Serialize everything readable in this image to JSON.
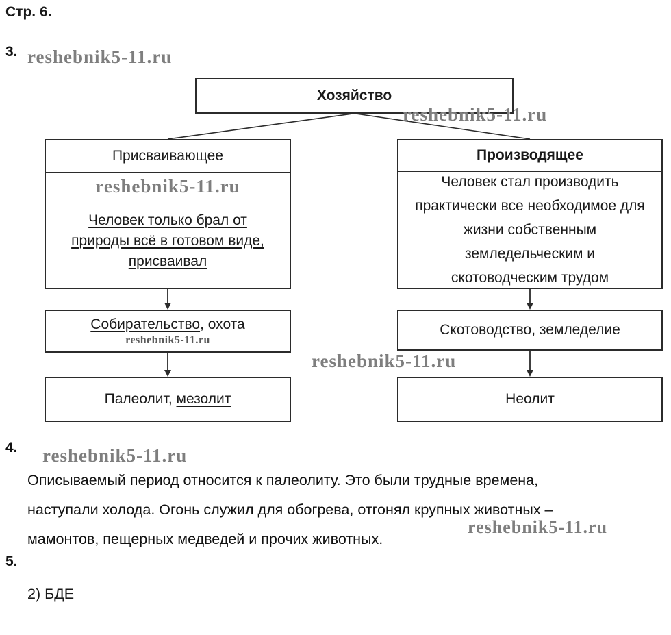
{
  "page": {
    "header": "Стр. 6.",
    "watermark": "reshebnik5-11.ru"
  },
  "sections": {
    "q3": {
      "number": "3."
    },
    "q4": {
      "number": "4.",
      "lines": [
        "Описываемый период относится к палеолиту. Это были трудные времена,",
        "наступали холода. Огонь служил для обогрева, отгонял крупных животных –",
        "мамонтов, пещерных медведей и прочих животных."
      ]
    },
    "q5": {
      "number": "5.",
      "answer": "2) БДЕ"
    }
  },
  "diagram": {
    "root": "Хозяйство",
    "left": {
      "title": "Присваивающее",
      "description": "Человек только брал от природы всё в готовом виде, присваивал",
      "activities": {
        "underlined": "Собирательство",
        "rest": ", охота"
      },
      "periods": {
        "normal": "Палеолит, ",
        "underlined": "мезолит"
      }
    },
    "right": {
      "title": "Производящее",
      "description": "Человек стал производить практически все необходимое для жизни собственным земледельческим и скотоводческим трудом",
      "activities": "Скотоводство, земледелие",
      "periods": "Неолит"
    }
  }
}
